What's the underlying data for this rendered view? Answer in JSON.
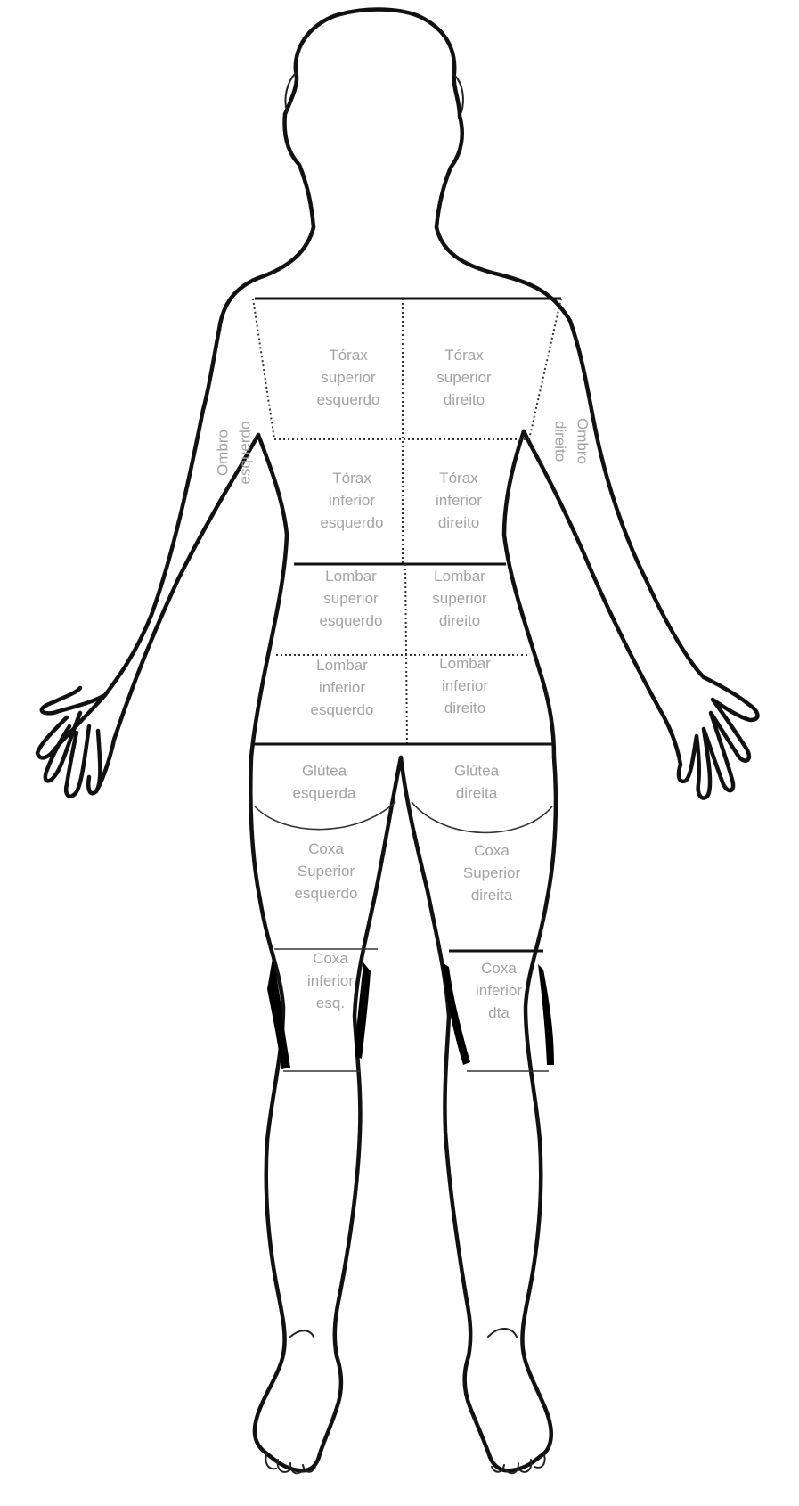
{
  "regions": [
    {
      "id": "torax-sup-esq",
      "lines": [
        "Tórax",
        "superior",
        "esquerdo"
      ]
    },
    {
      "id": "torax-sup-dir",
      "lines": [
        "Tórax",
        "superior",
        "direito"
      ]
    },
    {
      "id": "torax-inf-esq",
      "lines": [
        "Tórax",
        "inferior",
        "esquerdo"
      ]
    },
    {
      "id": "torax-inf-dir",
      "lines": [
        "Tórax",
        "inferior",
        "direito"
      ]
    },
    {
      "id": "lombar-sup-esq",
      "lines": [
        "Lombar",
        "superior",
        "esquerdo"
      ]
    },
    {
      "id": "lombar-sup-dir",
      "lines": [
        "Lombar",
        "superior",
        "direito"
      ]
    },
    {
      "id": "lombar-inf-esq",
      "lines": [
        "Lombar",
        "inferior",
        "esquerdo"
      ]
    },
    {
      "id": "lombar-inf-dir",
      "lines": [
        "Lombar",
        "inferior",
        "direito"
      ]
    },
    {
      "id": "glutea-esq",
      "lines": [
        "Glútea",
        "esquerda"
      ]
    },
    {
      "id": "glutea-dir",
      "lines": [
        "Glútea",
        "direita"
      ]
    },
    {
      "id": "coxa-sup-esq",
      "lines": [
        "Coxa",
        "Superior",
        "esquerdo"
      ]
    },
    {
      "id": "coxa-sup-dir",
      "lines": [
        "Coxa",
        "Superior",
        "direita"
      ]
    },
    {
      "id": "coxa-inf-esq",
      "lines": [
        "Coxa",
        "inferior",
        "esq."
      ]
    },
    {
      "id": "coxa-inf-dir",
      "lines": [
        "Coxa",
        "inferior",
        "dta"
      ]
    },
    {
      "id": "ombro-esq",
      "lines": [
        "Ombro",
        "esquerdo"
      ]
    },
    {
      "id": "ombro-dir",
      "lines": [
        "Ombro",
        "direito"
      ]
    }
  ]
}
